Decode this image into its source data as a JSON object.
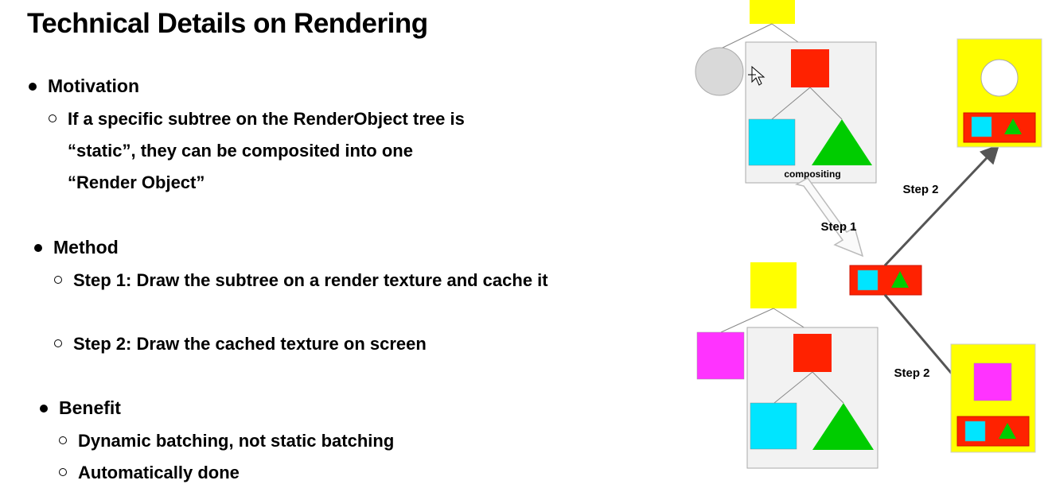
{
  "slide": {
    "title": "Technical Details on Rendering",
    "motivation": {
      "label": "Motivation",
      "item": "If a specific subtree on the RenderObject tree is “static”, they can be composited into one “Render Object”"
    },
    "method": {
      "label": "Method",
      "step1": "Step 1: Draw the subtree on a render texture and cache it",
      "step2": "Step 2: Draw the cached texture on screen"
    },
    "benefit": {
      "label": "Benefit",
      "item1": "Dynamic batching, not static batching",
      "item2": "Automatically done"
    }
  },
  "diagram": {
    "compositing_label": "compositing",
    "step1_label": "Step 1",
    "step2_label_top": "Step 2",
    "step2_label_bottom": "Step 2",
    "colors": {
      "yellow": "#ffff00",
      "red": "#ff2200",
      "cyan": "#00e5ff",
      "green": "#00cc00",
      "magenta": "#ff33ff",
      "grey_circle": "#d9d9d9",
      "panel": "#f2f2f2"
    }
  }
}
